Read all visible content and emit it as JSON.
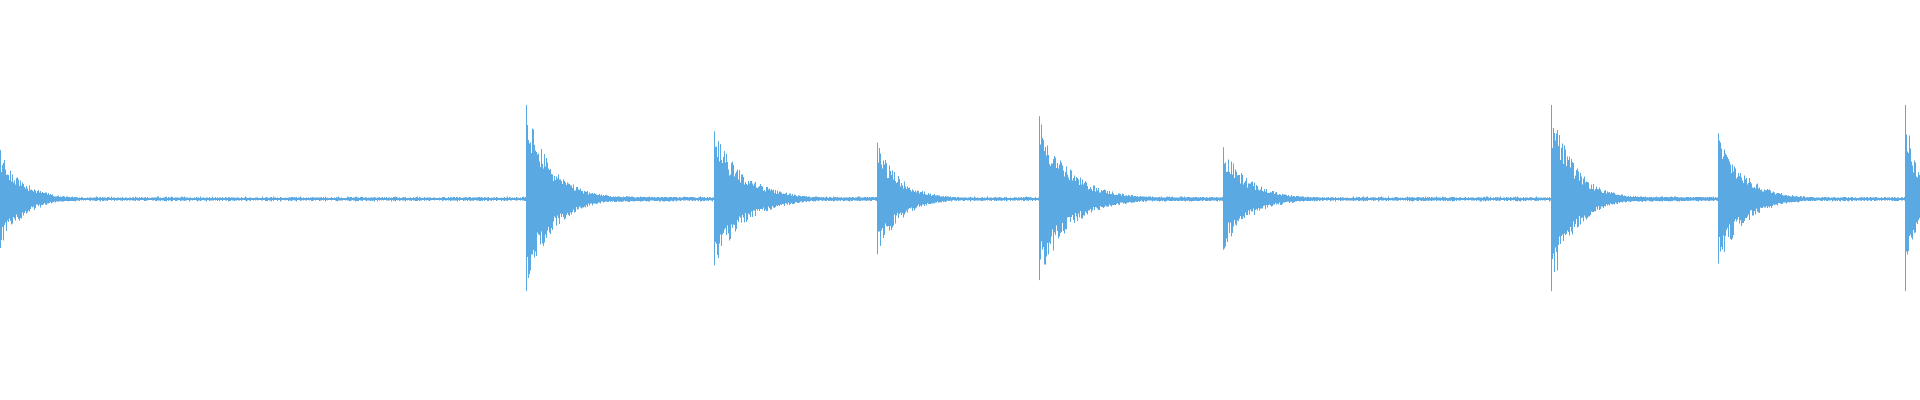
{
  "waveform": {
    "color": "#5aa9e2",
    "background": "#ffffff",
    "baseline_amplitude": 0.02,
    "transients": [
      {
        "time": 0.0,
        "amplitude": 0.52,
        "decay": 0.012
      },
      {
        "time": 0.274,
        "amplitude": 1.0,
        "decay": 0.013
      },
      {
        "time": 0.372,
        "amplitude": 0.72,
        "decay": 0.016
      },
      {
        "time": 0.457,
        "amplitude": 0.6,
        "decay": 0.012
      },
      {
        "time": 0.541,
        "amplitude": 0.88,
        "decay": 0.016
      },
      {
        "time": 0.637,
        "amplitude": 0.55,
        "decay": 0.014
      },
      {
        "time": 0.808,
        "amplitude": 1.0,
        "decay": 0.012
      },
      {
        "time": 0.895,
        "amplitude": 0.7,
        "decay": 0.014
      },
      {
        "time": 0.992,
        "amplitude": 1.0,
        "decay": 0.006
      }
    ]
  }
}
